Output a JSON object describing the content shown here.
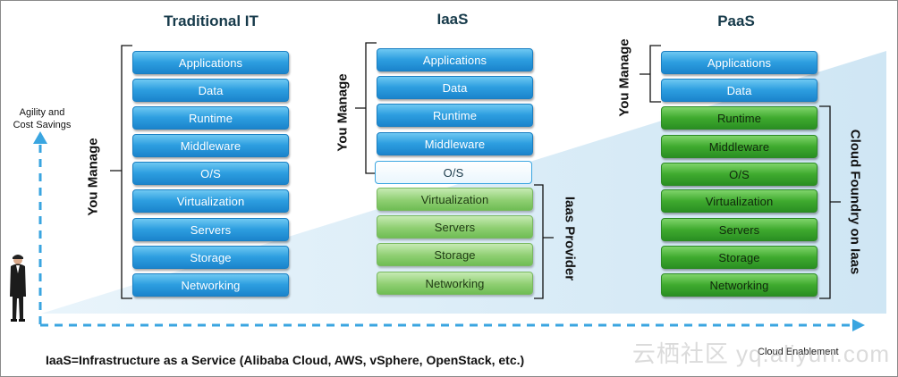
{
  "columns": {
    "traditional": {
      "title": "Traditional IT",
      "layers": [
        "Applications",
        "Data",
        "Runtime",
        "Middleware",
        "O/S",
        "Virtualization",
        "Servers",
        "Storage",
        "Networking"
      ],
      "manage_label": "You Manage"
    },
    "iaas": {
      "title": "IaaS",
      "layers": [
        "Applications",
        "Data",
        "Runtime",
        "Middleware",
        "O/S",
        "Virtualization",
        "Servers",
        "Storage",
        "Networking"
      ],
      "manage_label": "You Manage",
      "provider_label": "Iaas  Provider"
    },
    "paas": {
      "title": "PaaS",
      "layers": [
        "Applications",
        "Data",
        "Runtime",
        "Middleware",
        "O/S",
        "Virtualization",
        "Servers",
        "Storage",
        "Networking"
      ],
      "manage_label": "You Manage",
      "provider_label": "Cloud Foundry on Iaas"
    }
  },
  "axes": {
    "y_label": "Agility and\nCost Savings",
    "x_label": "Cloud Enablement"
  },
  "footnote": "IaaS=Infrastructure as a Service (Alibaba Cloud, AWS, vSphere, OpenStack, etc.)",
  "watermark": "云栖社区 yq.aliyun.com",
  "colors": {
    "blue_layer": "#2d9ee0",
    "green_layer": "#3faa2f",
    "light_green_layer": "#8fcf72",
    "wedge": "#d6ebf7",
    "arrow": "#3aa5e0",
    "title": "#163a4a"
  }
}
